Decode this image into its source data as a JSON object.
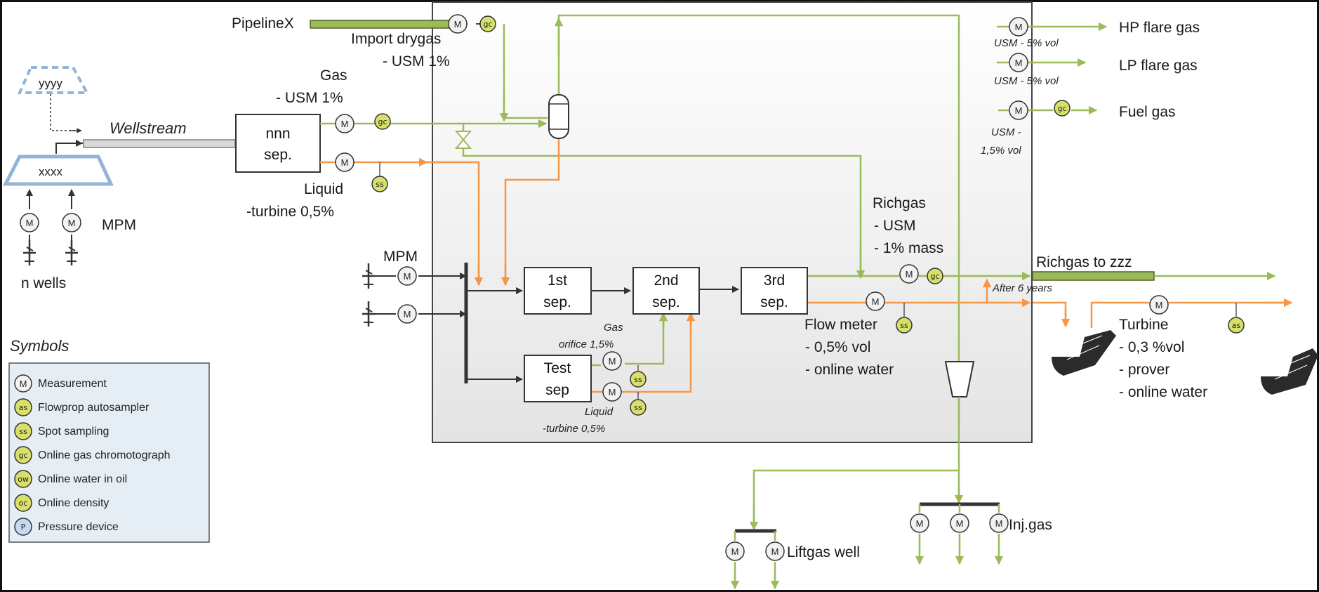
{
  "colors": {
    "gas": "#9bbb59",
    "liquid": "#f79646",
    "dark": "#333333",
    "measure_fill": "#f2f2f2",
    "sampler_fill": "#d7e06a",
    "pressure_fill": "#c5d9f1",
    "platform_fill": "#ebebeb",
    "legend_fill": "#e6eef5",
    "wells_outline": "#95b3d7"
  },
  "inputs": {
    "pipeline": "PipelineX",
    "import_title": "Import drygas",
    "import_spec": "- USM 1%",
    "wellstream": "Wellstream",
    "yyyy": "yyyy",
    "xxxx": "xxxx",
    "mpm_left": "MPM",
    "n_wells": "n wells",
    "mpm_platform": "MPM"
  },
  "nnn_sep": {
    "line1": "nnn",
    "line2": "sep.",
    "gas_title": "Gas",
    "gas_spec": "- USM 1%",
    "liquid_title": "Liquid",
    "liquid_spec": "-turbine 0,5%"
  },
  "separators": {
    "first": [
      "1st",
      "sep."
    ],
    "second": [
      "2nd",
      "sep."
    ],
    "third": [
      "3rd",
      "sep."
    ],
    "test": [
      "Test",
      "sep"
    ],
    "test_gas_title": "Gas",
    "test_gas_spec": "orifice 1,5%",
    "test_liquid_title": "Liquid",
    "test_liquid_spec": "-turbine 0,5%"
  },
  "richgas": {
    "title": "Richgas",
    "spec1": "- USM",
    "spec2": "- 1% mass",
    "export_label": "Richgas to zzz",
    "after_years": "After 6 years"
  },
  "oil_export": {
    "flow_meter": "Flow meter",
    "spec1": "- 0,5% vol",
    "spec2": "- online water",
    "turbine": "Turbine",
    "turbine_spec1": "- 0,3 %vol",
    "turbine_spec2": "- prover",
    "turbine_spec3": "- online water"
  },
  "flares": {
    "hp": "HP flare gas",
    "hp_spec": "USM - 5% vol",
    "lp": "LP flare gas",
    "lp_spec": "USM - 5% vol",
    "fuel": "Fuel gas",
    "fuel_spec1": "USM -",
    "fuel_spec2": "1,5% vol"
  },
  "bottom": {
    "liftgas": "Liftgas well",
    "injgas": "Inj.gas"
  },
  "symbol_codes": {
    "M": "M",
    "gc": "gc",
    "ss": "ss",
    "as": "as",
    "ow": "ow",
    "oc": "oc",
    "P": "P"
  },
  "legend": {
    "title": "Symbols",
    "items": [
      {
        "code": "M",
        "label": "Measurement",
        "kind": "measure"
      },
      {
        "code": "as",
        "label": "Flowprop autosampler",
        "kind": "sampler"
      },
      {
        "code": "ss",
        "label": "Spot sampling",
        "kind": "sampler"
      },
      {
        "code": "gc",
        "label": "Online gas chromotograph",
        "kind": "sampler"
      },
      {
        "code": "ow",
        "label": "Online water in oil",
        "kind": "sampler"
      },
      {
        "code": "oc",
        "label": "Online density",
        "kind": "sampler"
      },
      {
        "code": "P",
        "label": "Pressure device",
        "kind": "pressure"
      }
    ]
  }
}
